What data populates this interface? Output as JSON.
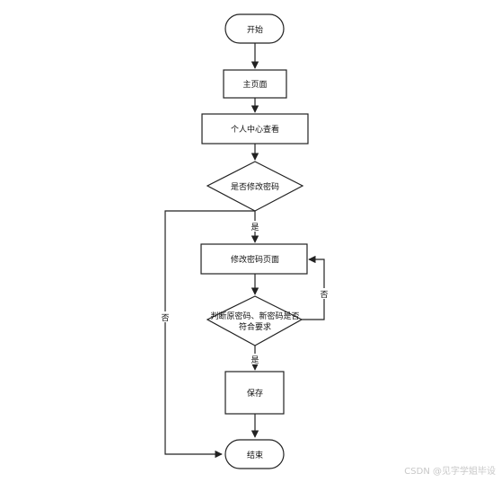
{
  "nodes": {
    "start": "开始",
    "home": "主页面",
    "profile": "个人中心查看",
    "decision_modify": "是否修改密码",
    "modify_page": "修改密码页面",
    "decision_check_line1": "判断原密码、新密码是否",
    "decision_check_line2": "符合要求",
    "save": "保存",
    "end": "结束"
  },
  "edges": {
    "yes_modify": "是",
    "no_modify": "否",
    "no_check": "否",
    "yes_check": "是"
  },
  "watermark": "CSDN @见字学姐毕设"
}
